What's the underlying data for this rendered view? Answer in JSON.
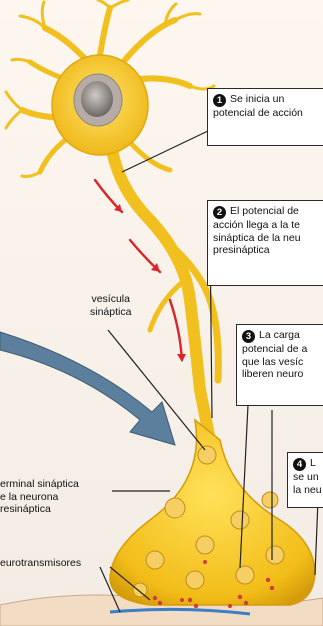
{
  "callouts": [
    {
      "number": "1",
      "lines": [
        "Se inicia un",
        "potencial de acción"
      ]
    },
    {
      "number": "2",
      "lines": [
        "El potencial de",
        "acción llega a la te",
        "sináptica de la neu",
        "presináptica"
      ]
    },
    {
      "number": "3",
      "lines": [
        "La carga",
        "potencial de a",
        "que las vesíc",
        "liberen neuro"
      ]
    },
    {
      "number": "4",
      "lines": [
        "L",
        "se un",
        "la neu"
      ]
    }
  ],
  "labels": {
    "vesicula": [
      "vesícula",
      "sináptica"
    ],
    "terminal": [
      "erminal sináptica",
      "e la neurona",
      "resináptica"
    ],
    "neurotransmisores": "eurotransmisores"
  },
  "colors": {
    "neuron": "#f6c61e",
    "neuron_dark": "#d9a20d",
    "nucleus": "#8f8a86",
    "arrow_red": "#d8262b",
    "arrow_blue": "#4a6f8c",
    "vesicle": "#e9b44a",
    "dot": "#d23b3b"
  }
}
